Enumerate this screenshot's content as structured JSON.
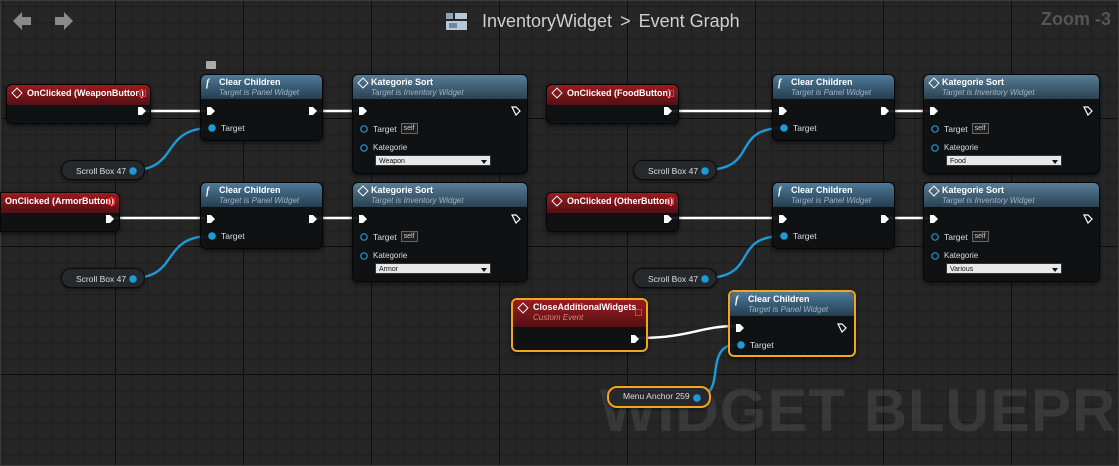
{
  "toolbar": {
    "back_icon": "arrow-left-icon",
    "forward_icon": "arrow-right-icon",
    "widget_icon": "widget-blueprint-icon"
  },
  "breadcrumb": {
    "widget": "InventoryWidget",
    "separator": ">",
    "graph": "Event Graph"
  },
  "zoom_label": "Zoom -3",
  "watermark": "WIDGET BLUEPRINT",
  "colors": {
    "exec_wire": "#ffffff",
    "object_wire": "#1e9ad6",
    "selection": "#f2a51d",
    "event_header": "#8a1a1e",
    "function_header": "#3a627f"
  },
  "events": {
    "weapon": {
      "title": "OnClicked (WeaponButton)"
    },
    "armor": {
      "title": "OnClicked (ArmorButton)"
    },
    "food": {
      "title": "OnClicked (FoodButton)"
    },
    "other": {
      "title": "OnClicked (OtherButton)"
    },
    "close": {
      "title": "CloseAdditionalWidgets",
      "subtitle": "Custom Event"
    }
  },
  "clear_children": {
    "title": "Clear Children",
    "subtitle": "Target is Panel Widget",
    "target_label": "Target"
  },
  "kategorie_sort": {
    "title": "Kategorie Sort",
    "subtitle": "Target is Inventory Widget",
    "target_label": "Target",
    "self_label": "self",
    "kategorie_label": "Kategorie"
  },
  "dropdowns": {
    "weapon": "Weapon",
    "armor": "Armor",
    "food": "Food",
    "various": "Various"
  },
  "variables": {
    "scroll_box": "Scroll Box 47",
    "menu_anchor": "Menu Anchor 259"
  }
}
